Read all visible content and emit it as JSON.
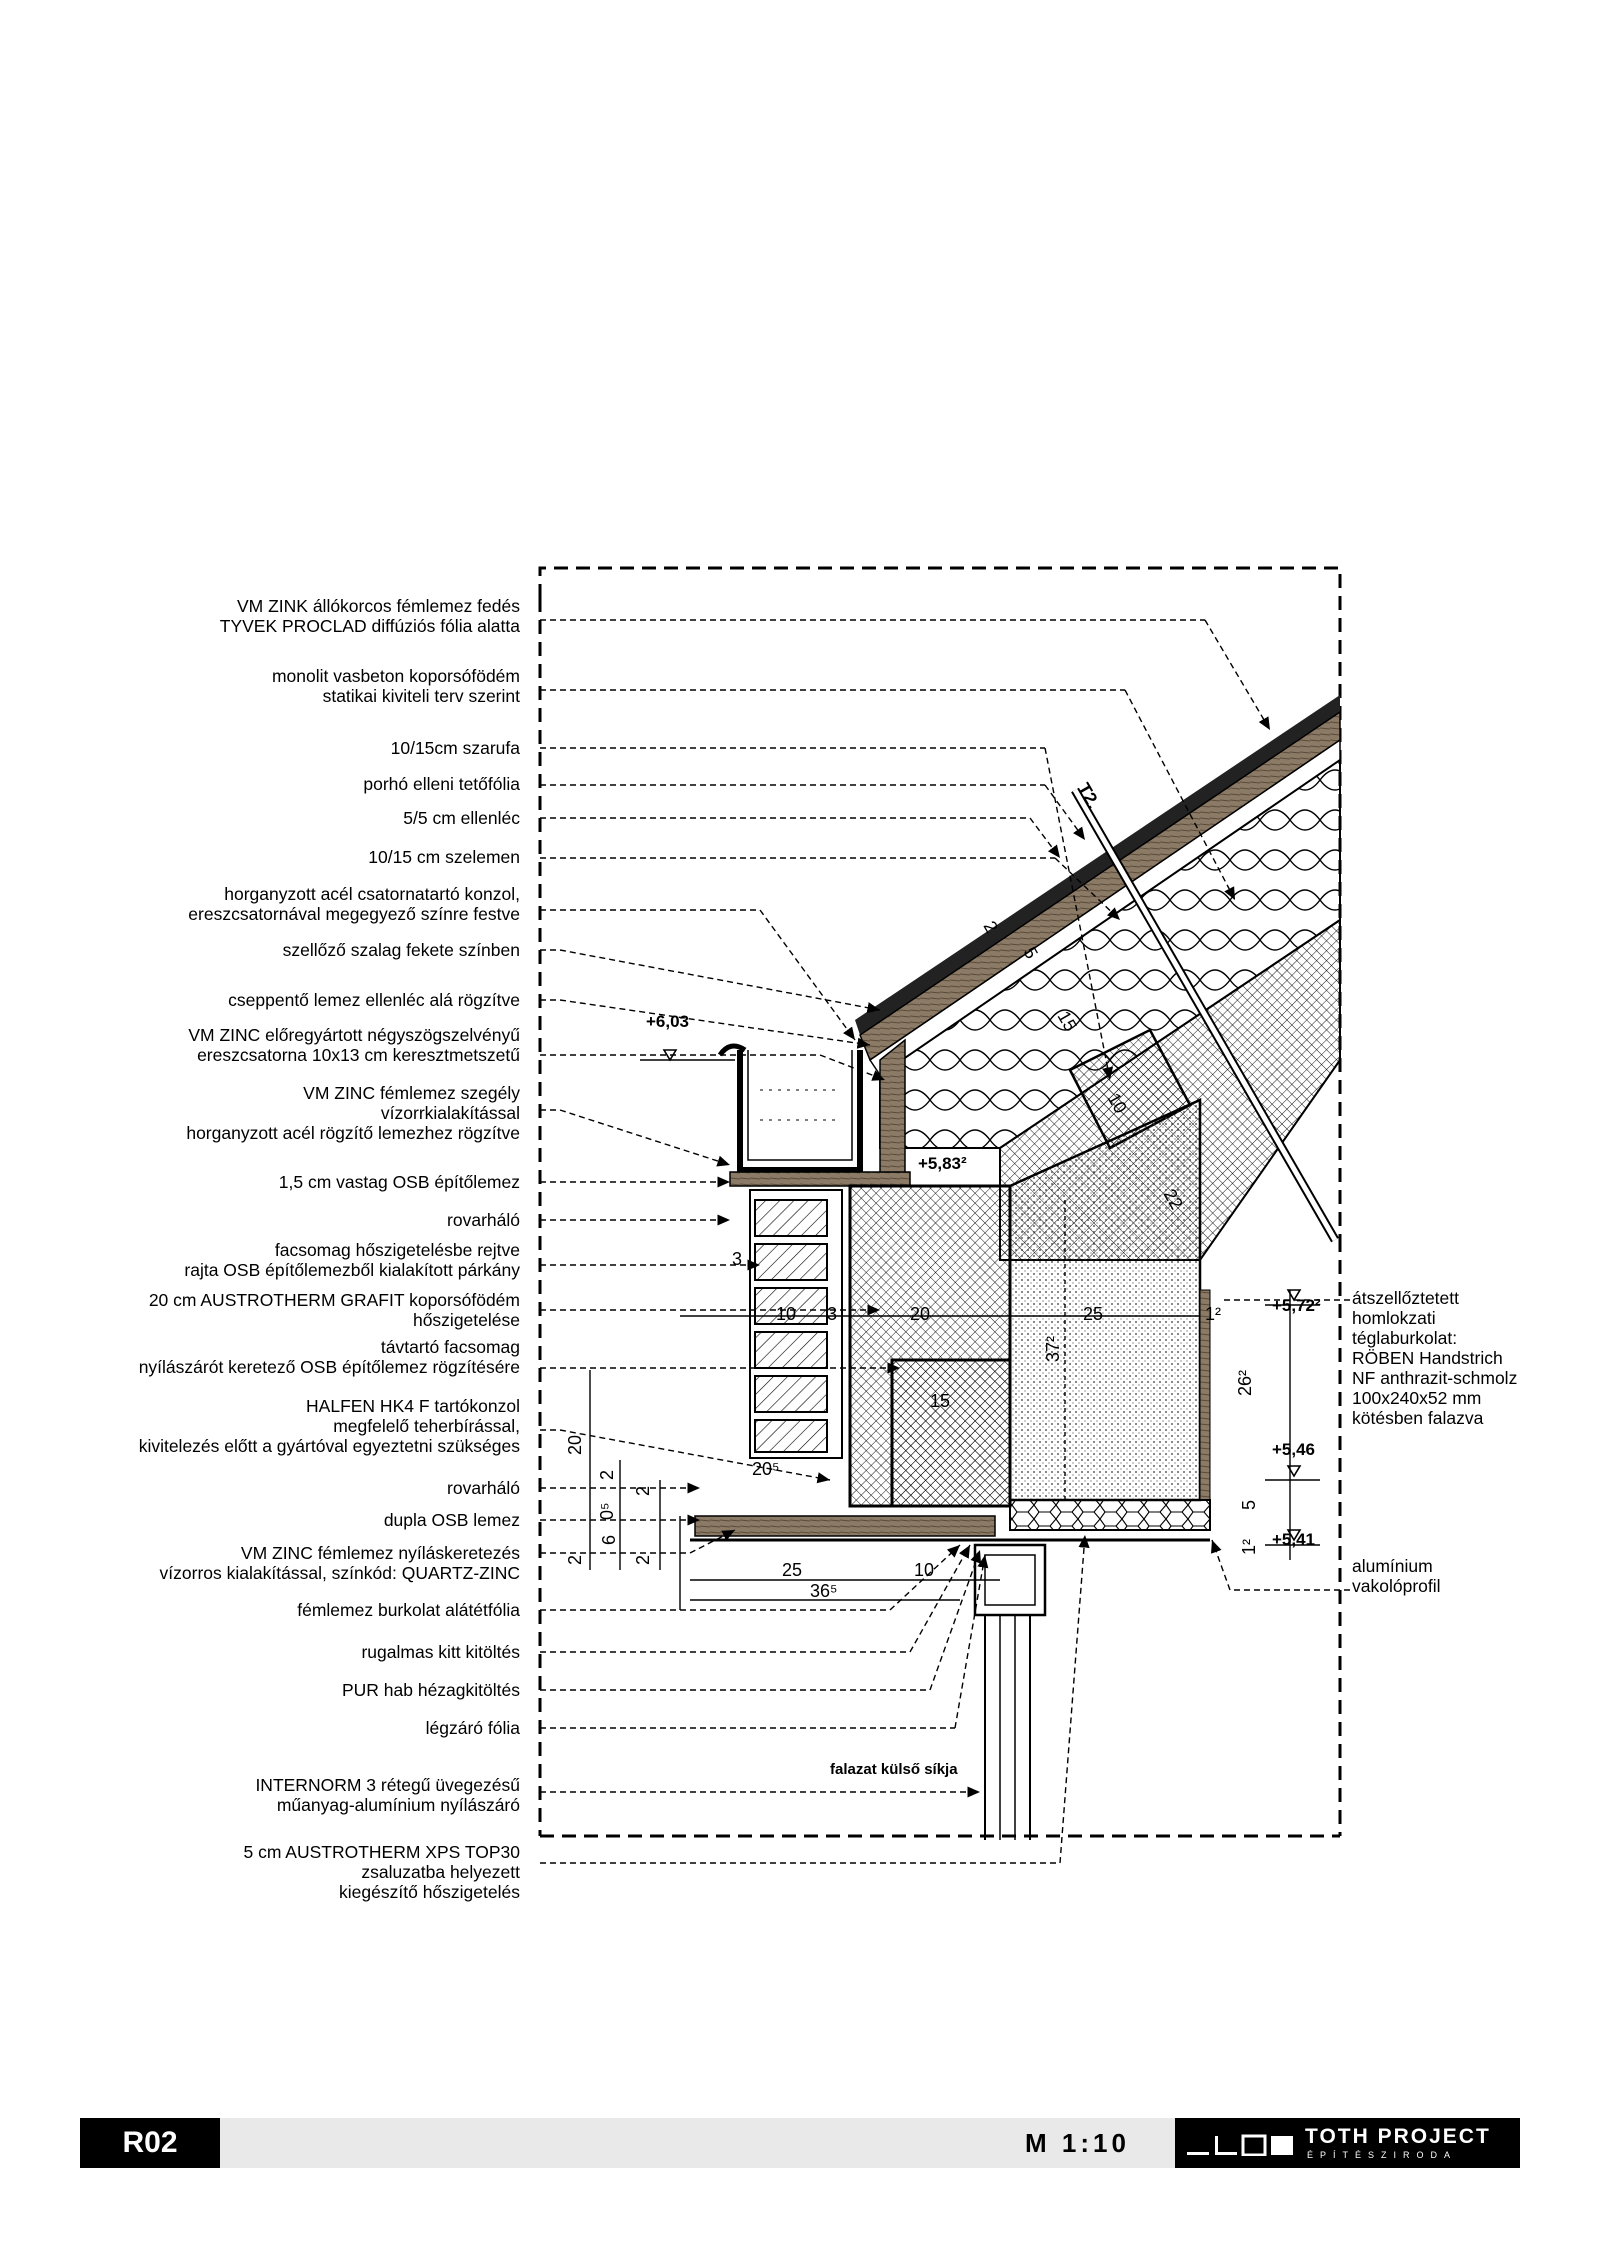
{
  "labels_left": [
    {
      "lines": [
        "VM ZINK állókorcos fémlemez fedés",
        "TYVEK PROCLAD diffúziós fólia alatta"
      ]
    },
    {
      "lines": [
        "monolit vasbeton koporsófödém",
        "statikai kiviteli terv szerint"
      ]
    },
    {
      "lines": [
        "10/15cm szarufa"
      ]
    },
    {
      "lines": [
        "porhó elleni tetőfólia"
      ]
    },
    {
      "lines": [
        "5/5 cm ellenléc"
      ]
    },
    {
      "lines": [
        "10/15 cm szelemen"
      ]
    },
    {
      "lines": [
        "horganyzott acél csatornatartó konzol,",
        "ereszcsatornával megegyező színre festve"
      ]
    },
    {
      "lines": [
        "szellőző szalag fekete színben"
      ]
    },
    {
      "lines": [
        "cseppentő lemez ellenléc alá rögzítve"
      ]
    },
    {
      "lines": [
        "VM ZINC előregyártott négyszögszelvényű",
        "ereszcsatorna 10x13 cm keresztmetszetű"
      ]
    },
    {
      "lines": [
        "VM ZINC fémlemez szegély",
        "vízorrkialakítással",
        "horganyzott acél rögzítő lemezhez rögzítve"
      ]
    },
    {
      "lines": [
        "1,5 cm vastag OSB építőlemez"
      ]
    },
    {
      "lines": [
        "rovarháló"
      ]
    },
    {
      "lines": [
        "facsomag hőszigetelésbe rejtve",
        "rajta OSB építőlemezből kialakított párkány"
      ]
    },
    {
      "lines": [
        "20 cm AUSTROTHERM GRAFIT koporsófödém",
        "hőszigetelése"
      ]
    },
    {
      "lines": [
        "távtartó facsomag",
        "nyílászárót keretező  OSB építőlemez rögzítésére"
      ]
    },
    {
      "lines": [
        "HALFEN HK4 F tartókonzol",
        "megfelelő teherbírással,",
        "kivitelezés előtt a gyártóval egyeztetni szükséges"
      ]
    },
    {
      "lines": [
        "rovarháló"
      ]
    },
    {
      "lines": [
        "dupla OSB lemez"
      ]
    },
    {
      "lines": [
        "VM ZINC fémlemez nyíláskeretezés",
        "vízorros kialakítással, színkód: QUARTZ-ZINC"
      ]
    },
    {
      "lines": [
        "fémlemez burkolat alátétfólia"
      ]
    },
    {
      "lines": [
        "rugalmas kitt kitöltés"
      ]
    },
    {
      "lines": [
        "PUR hab hézagkitöltés"
      ]
    },
    {
      "lines": [
        "légzáró fólia"
      ]
    },
    {
      "lines": [
        "INTERNORM 3 rétegű üvegezésű",
        "műanyag-alumínium nyílászáró"
      ]
    },
    {
      "lines": [
        "5 cm AUSTROTHERM XPS TOP30",
        "zsaluzatba helyezett",
        "kiegészítő hőszigetelés"
      ]
    }
  ],
  "labels_right": [
    {
      "lines": [
        "átszellőztetett",
        "homlokzati",
        "téglaburkolat:",
        "RÖBEN Handstrich",
        "NF anthrazit-schmolz",
        "100x240x52 mm",
        "kötésben falazva"
      ]
    },
    {
      "lines": [
        "alumínium",
        "vakolóprofil"
      ]
    }
  ],
  "elevations": {
    "e603": "+6,03",
    "e583": "+5,83²",
    "e572": "+5,72²",
    "e546": "+5,46",
    "e541": "+5,41"
  },
  "dimensions": {
    "d3a": "3",
    "d10": "10",
    "d3b": "3",
    "d20h": "20",
    "d25": "25",
    "d12": "1²",
    "d15": "15",
    "d372": "37²",
    "d262": "26²",
    "d5": "5",
    "d12b": "1²",
    "d20v": "20",
    "d2a": "2",
    "d0": "0⁵",
    "d2b": "2",
    "d6": "6",
    "d2c": "2",
    "d2d": "2",
    "d205": "20⁵",
    "d25b": "25",
    "d10b": "10",
    "d365": "36⁵",
    "r2": "2",
    "r5": "5",
    "r15": "15",
    "r10": "10",
    "r22": "22",
    "t2": "T2."
  },
  "wall_plane_tag": "falazat külső síkja",
  "footer": {
    "sheet_code": "R02",
    "scale": "M 1:10",
    "company": "TOTH PROJECT",
    "company_sub": "ÉPÍTÉSZIRODA"
  }
}
